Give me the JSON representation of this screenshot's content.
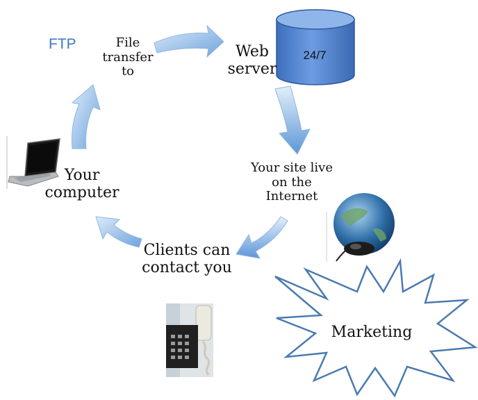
{
  "labels": {
    "ftp": "FTP",
    "file_transfer": "File\ntransfer\nto",
    "web_server": "Web\nserver",
    "db_hours": "24/7",
    "site_live": "Your site live\non the\nInternet",
    "clients": "Clients can\ncontact you",
    "your_computer": "Your\ncomputer",
    "marketing": "Marketing"
  },
  "colors": {
    "arrow_light": "#cfe3f6",
    "arrow_dark": "#6ea3dd",
    "db_fill": "#4f86d8",
    "db_top": "#8fb6ea",
    "ftp_text": "#3f78c4",
    "star_stroke": "#4a7ab0"
  },
  "icons": {
    "laptop": "laptop-icon",
    "globe": "globe-mouse-icon",
    "phone": "telephone-icon",
    "database": "database-icon"
  }
}
